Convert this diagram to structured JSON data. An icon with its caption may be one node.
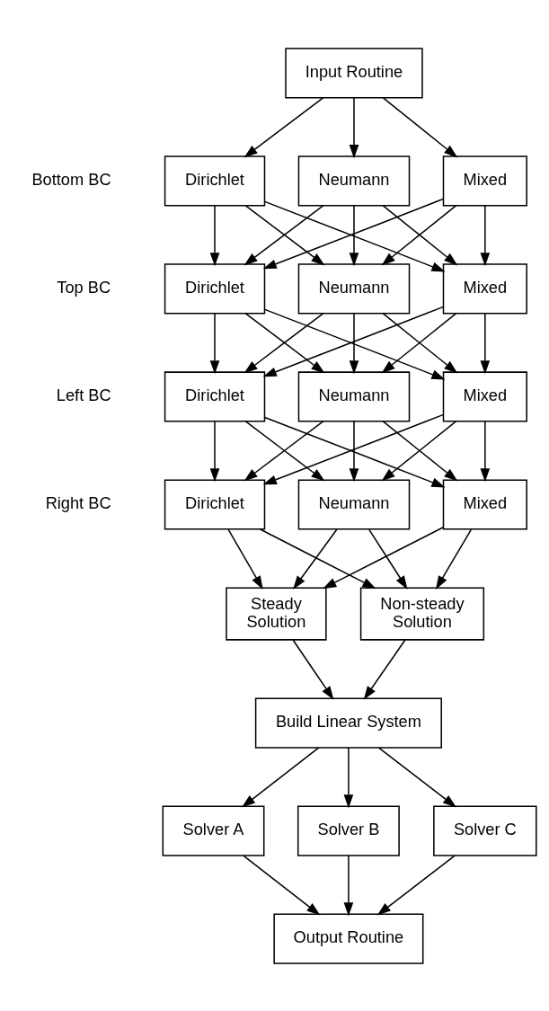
{
  "diagram": {
    "nodes": [
      {
        "text": [
          "Input Routine"
        ]
      },
      {
        "text": [
          "Dirichlet"
        ]
      },
      {
        "text": [
          "Neumann"
        ]
      },
      {
        "text": [
          "Mixed"
        ]
      },
      {
        "text": [
          "Dirichlet"
        ]
      },
      {
        "text": [
          "Neumann"
        ]
      },
      {
        "text": [
          "Mixed"
        ]
      },
      {
        "text": [
          "Dirichlet"
        ]
      },
      {
        "text": [
          "Neumann"
        ]
      },
      {
        "text": [
          "Mixed"
        ]
      },
      {
        "text": [
          "Dirichlet"
        ]
      },
      {
        "text": [
          "Neumann"
        ]
      },
      {
        "text": [
          "Mixed"
        ]
      },
      {
        "text": [
          "Steady Solution"
        ]
      },
      {
        "text": [
          "Non-steady Solution"
        ]
      },
      {
        "text": [
          "Build Linear System"
        ]
      },
      {
        "text": [
          "Solver A"
        ]
      },
      {
        "text": [
          "Solver B"
        ]
      },
      {
        "text": [
          "Solver C"
        ]
      },
      {
        "text": [
          "Output Routine"
        ]
      }
    ],
    "edges": [
      {
        "from": 0,
        "to": 1,
        "arrow": "to"
      },
      {
        "from": 0,
        "to": 2,
        "arrow": "to"
      },
      {
        "from": 0,
        "to": 3,
        "arrow": "to"
      },
      {
        "from": 1,
        "to": 4,
        "arrow": "to"
      },
      {
        "from": 1,
        "to": 5,
        "arrow": "to"
      },
      {
        "from": 1,
        "to": 6,
        "arrow": "to"
      },
      {
        "from": 2,
        "to": 4,
        "arrow": "to"
      },
      {
        "from": 2,
        "to": 5,
        "arrow": "to"
      },
      {
        "from": 2,
        "to": 6,
        "arrow": "to"
      },
      {
        "from": 3,
        "to": 4,
        "arrow": "to"
      },
      {
        "from": 3,
        "to": 5,
        "arrow": "to"
      },
      {
        "from": 3,
        "to": 6,
        "arrow": "to"
      },
      {
        "from": 4,
        "to": 7,
        "arrow": "to"
      },
      {
        "from": 4,
        "to": 8,
        "arrow": "to"
      },
      {
        "from": 4,
        "to": 9,
        "arrow": "to"
      },
      {
        "from": 5,
        "to": 7,
        "arrow": "to"
      },
      {
        "from": 5,
        "to": 8,
        "arrow": "to"
      },
      {
        "from": 5,
        "to": 9,
        "arrow": "to"
      },
      {
        "from": 6,
        "to": 7,
        "arrow": "to"
      },
      {
        "from": 6,
        "to": 8,
        "arrow": "to"
      },
      {
        "from": 6,
        "to": 9,
        "arrow": "to"
      },
      {
        "from": 7,
        "to": 10,
        "arrow": "to"
      },
      {
        "from": 7,
        "to": 11,
        "arrow": "to"
      },
      {
        "from": 7,
        "to": 12,
        "arrow": "to"
      },
      {
        "from": 8,
        "to": 10,
        "arrow": "to"
      },
      {
        "from": 8,
        "to": 11,
        "arrow": "to"
      },
      {
        "from": 8,
        "to": 12,
        "arrow": "to"
      },
      {
        "from": 9,
        "to": 10,
        "arrow": "to"
      },
      {
        "from": 9,
        "to": 11,
        "arrow": "to"
      },
      {
        "from": 9,
        "to": 12,
        "arrow": "to"
      },
      {
        "from": 10,
        "to": 13,
        "arrow": "to"
      },
      {
        "from": 10,
        "to": 14,
        "arrow": "to"
      },
      {
        "from": 11,
        "to": 13,
        "arrow": "to"
      },
      {
        "from": 11,
        "to": 14,
        "arrow": "to"
      },
      {
        "from": 12,
        "to": 13,
        "arrow": "to"
      },
      {
        "from": 12,
        "to": 14,
        "arrow": "to"
      },
      {
        "from": 13,
        "to": 15,
        "arrow": "to"
      },
      {
        "from": 14,
        "to": 15,
        "arrow": "to"
      },
      {
        "from": 15,
        "to": 16,
        "arrow": "to"
      },
      {
        "from": 15,
        "to": 17,
        "arrow": "to"
      },
      {
        "from": 15,
        "to": 18,
        "arrow": "to"
      },
      {
        "from": 16,
        "to": 19,
        "arrow": "to"
      },
      {
        "from": 17,
        "to": 19,
        "arrow": "to"
      },
      {
        "from": 18,
        "to": 19,
        "arrow": "to"
      }
    ],
    "labels": [
      "Bottom BC",
      "Top BC",
      "Left BC",
      "Right BC"
    ]
  }
}
